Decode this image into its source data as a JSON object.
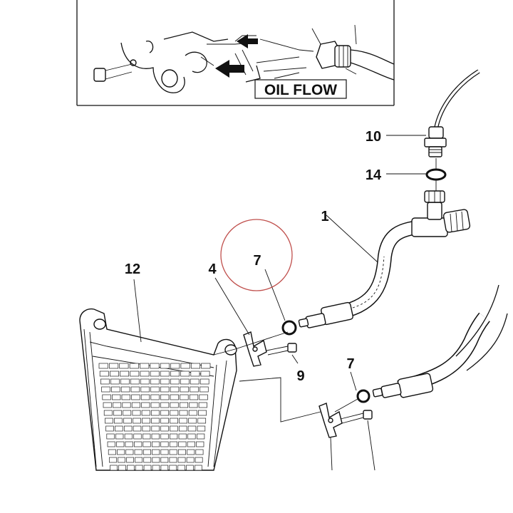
{
  "inset": {
    "label": "OIL FLOW"
  },
  "callouts": {
    "hose": "1",
    "sensor": "10",
    "sensor_washer": "14",
    "highlighted_washer": "7",
    "lower_washer": "7",
    "bracket": "4",
    "screw": "9",
    "radiator": "12"
  },
  "colors": {
    "lines": "#111111",
    "highlight_circle": "#c0504d",
    "background": "#ffffff"
  }
}
